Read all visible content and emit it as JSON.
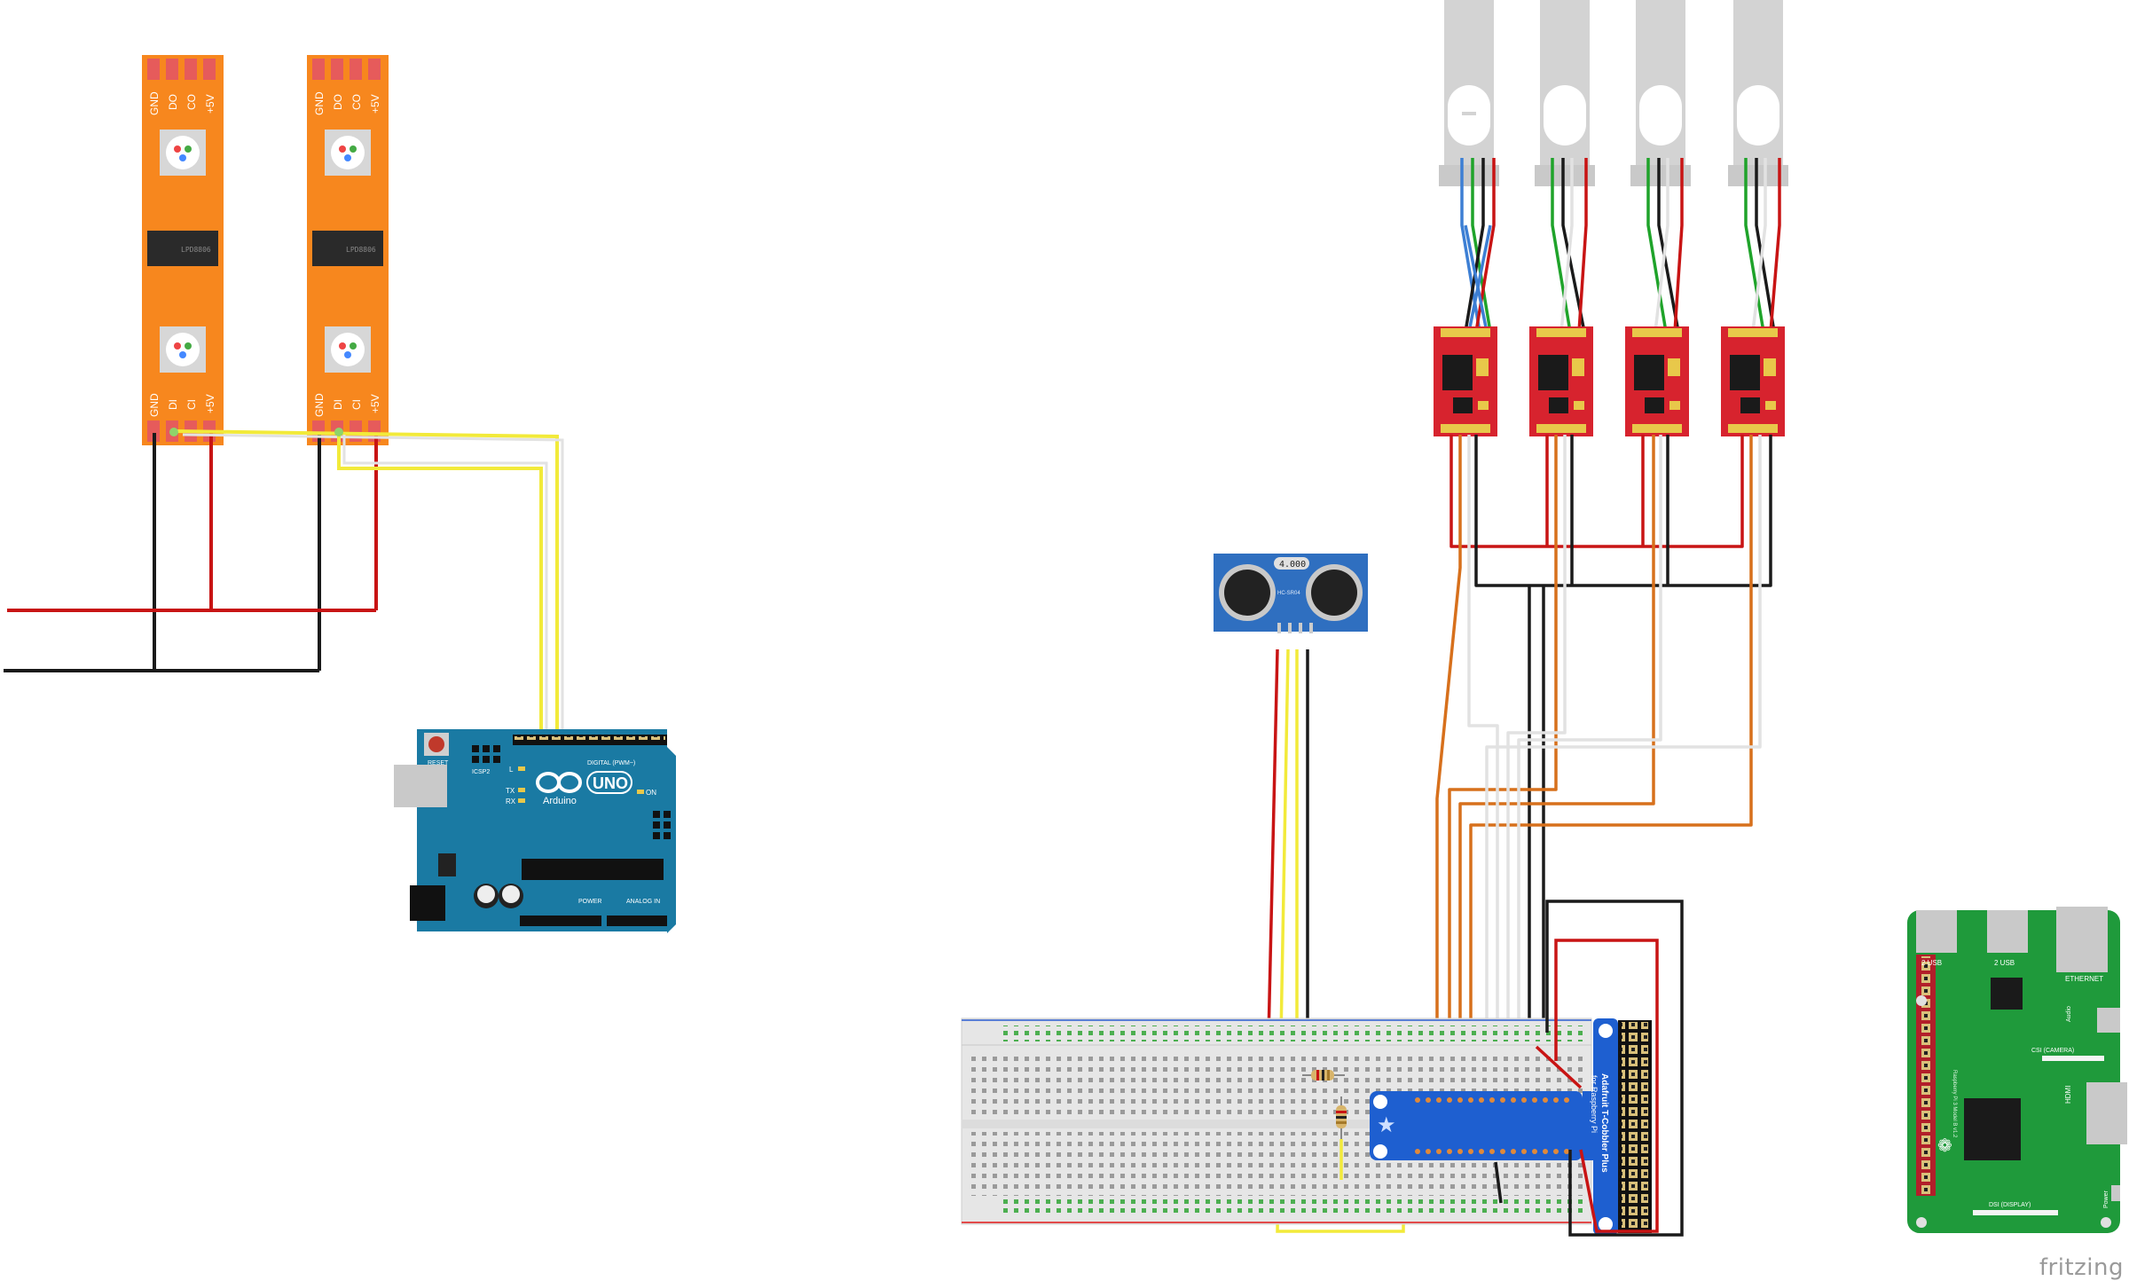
{
  "led_strip": {
    "top_pins": [
      "GND",
      "DO",
      "CO",
      "+5V"
    ],
    "bottom_pins": [
      "GND",
      "DI",
      "CI",
      "+5V"
    ],
    "chip_label": "LPD8806"
  },
  "arduino": {
    "logo_text": "Arduino",
    "model": "UNO",
    "reset_label": "RESET",
    "icsp_label": "ICSP2",
    "digital_label": "DIGITAL (PWM~)",
    "on_label": "ON",
    "tx_label": "TX",
    "rx_label": "RX",
    "l_label": "L",
    "power_label": "POWER",
    "analog_label": "ANALOG IN"
  },
  "ultrasonic": {
    "crystal_label": "4.000",
    "model": "HC-SR04"
  },
  "tcobbler": {
    "label_line1": "Adafruit T-Cobbler Plus",
    "label_line2": "for Raspberry Pi"
  },
  "raspberry_pi": {
    "usb1_label": "2 USB",
    "usb2_label": "2 USB",
    "ethernet_label": "ETHERNET",
    "audio_label": "Audio",
    "csi_label": "CSI (CAMERA)",
    "hdmi_label": "HDMI",
    "power_label": "Power",
    "dsi_label": "DSI (DISPLAY)",
    "board_text": "Raspberry Pi 3 Model B v1.2"
  },
  "watermark": "fritzing",
  "colors": {
    "led_strip": "#f7871e",
    "arduino": "#1a7aa3",
    "hx711": "#d7232e",
    "ultrasonic": "#2f6fc0",
    "cobbler": "#1e5fd0",
    "rpi": "#1f9a3b",
    "wire_red": "#c81414",
    "wire_black": "#1a1a1a",
    "wire_yellow": "#f2ea3a",
    "wire_orange": "#d7701c",
    "wire_white": "#e2e2e2",
    "wire_green": "#1fa32a",
    "wire_blue": "#3d7fd4"
  }
}
